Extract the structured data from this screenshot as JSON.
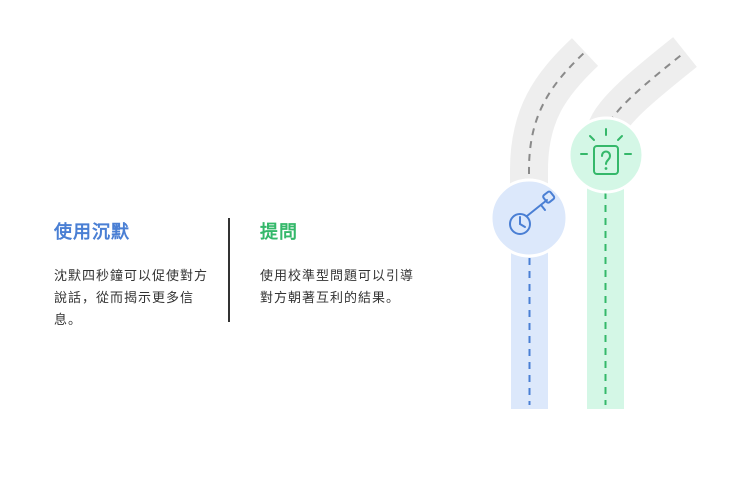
{
  "left": {
    "title": "使用沉默",
    "body": "沈默四秒鐘可以促使對方說話，從而揭示更多信息。",
    "icon": "key-clock-icon",
    "color": "#4a7fd4",
    "lane_color": "#dce8fb"
  },
  "right": {
    "title": "提問",
    "body": "使用校準型問題可以引導對方朝著互利的結果。",
    "icon": "question-card-icon",
    "color": "#34b86a",
    "lane_color": "#d4f7e6"
  }
}
